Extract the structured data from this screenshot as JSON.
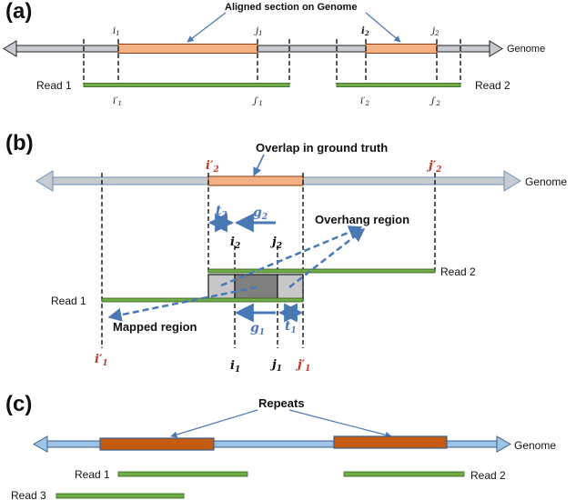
{
  "colors": {
    "genome_gray": "#c8ccd0",
    "genome_blue": "#9dc3e6",
    "overlap_orange": "#f4b183",
    "repeat_orange": "#c55a11",
    "read_green": "#70ad47",
    "arrow_blue": "#4a78b5",
    "highlight_red": "#c0392b",
    "mapped_dark": "#808080",
    "mapped_light": "#c8c8c8"
  },
  "panel_a": {
    "panel_label": "(a)",
    "callout": "Aligned section on Genome",
    "genome_label": "Genome",
    "read1_label": "Read 1",
    "read2_label": "Read 2",
    "i1": "i",
    "i1_sub": "1",
    "j1": "j",
    "j1_sub": "1",
    "i2": "i",
    "i2_sub": "2",
    "j2": "j",
    "j2_sub": "2",
    "i1p": "i′",
    "i1p_sub": "1",
    "j1p": "j′",
    "j1p_sub": "1",
    "i2p": "i′",
    "i2p_sub": "2",
    "j2p": "j′",
    "j2p_sub": "2"
  },
  "panel_b": {
    "panel_label": "(b)",
    "overlap_callout": "Overlap in ground truth",
    "overhang_callout": "Overhang region",
    "mapped_callout": "Mapped region",
    "genome_label": "Genome",
    "read1_label": "Read 1",
    "read2_label": "Read 2",
    "i2p": "i′",
    "i2p_sub": "2",
    "j2p": "j′",
    "j2p_sub": "2",
    "t2": "t",
    "t2_sub": "2",
    "g2": "g",
    "g2_sub": "2",
    "i2": "i",
    "i2_sub": "2",
    "j2": "j",
    "j2_sub": "2",
    "g1": "g",
    "g1_sub": "1",
    "t1": "t",
    "t1_sub": "1",
    "i1p": "i′",
    "i1p_sub": "1",
    "i1": "i",
    "i1_sub": "1",
    "j1": "j",
    "j1_sub": "1",
    "j1p": "j′",
    "j1p_sub": "1"
  },
  "panel_c": {
    "panel_label": "(c)",
    "repeats_callout": "Repeats",
    "genome_label": "Genome",
    "read1_label": "Read 1",
    "read2_label": "Read 2",
    "read3_label": "Read 3"
  }
}
